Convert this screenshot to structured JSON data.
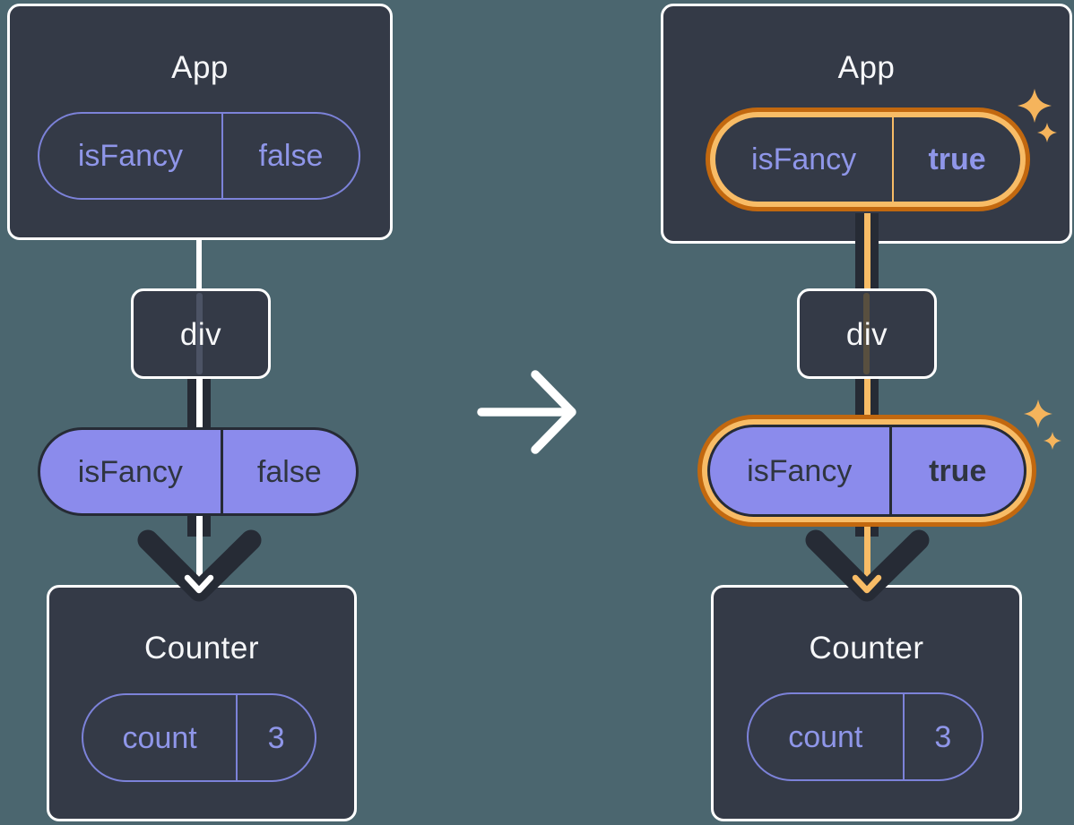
{
  "diagram": {
    "before": {
      "app": {
        "title": "App",
        "prop_name": "isFancy",
        "prop_value": "false"
      },
      "div_label": "div",
      "passed_prop": {
        "name": "isFancy",
        "value": "false"
      },
      "counter": {
        "title": "Counter",
        "state_name": "count",
        "state_value": "3"
      }
    },
    "after": {
      "app": {
        "title": "App",
        "prop_name": "isFancy",
        "prop_value": "true"
      },
      "div_label": "div",
      "passed_prop": {
        "name": "isFancy",
        "value": "true"
      },
      "counter": {
        "title": "Counter",
        "state_name": "count",
        "state_value": "3"
      }
    },
    "colors": {
      "background": "#4B666F",
      "card": "#343A47",
      "card_border": "#FFFFFF",
      "purple_outline": "#7C82D9",
      "purple_text": "#8F96E9",
      "purple_fill": "#8B8BEC",
      "ink": "#262B35",
      "orange_dark": "#C2680F",
      "orange_light": "#F8BC66",
      "sparkle": "#F5B45C"
    }
  }
}
